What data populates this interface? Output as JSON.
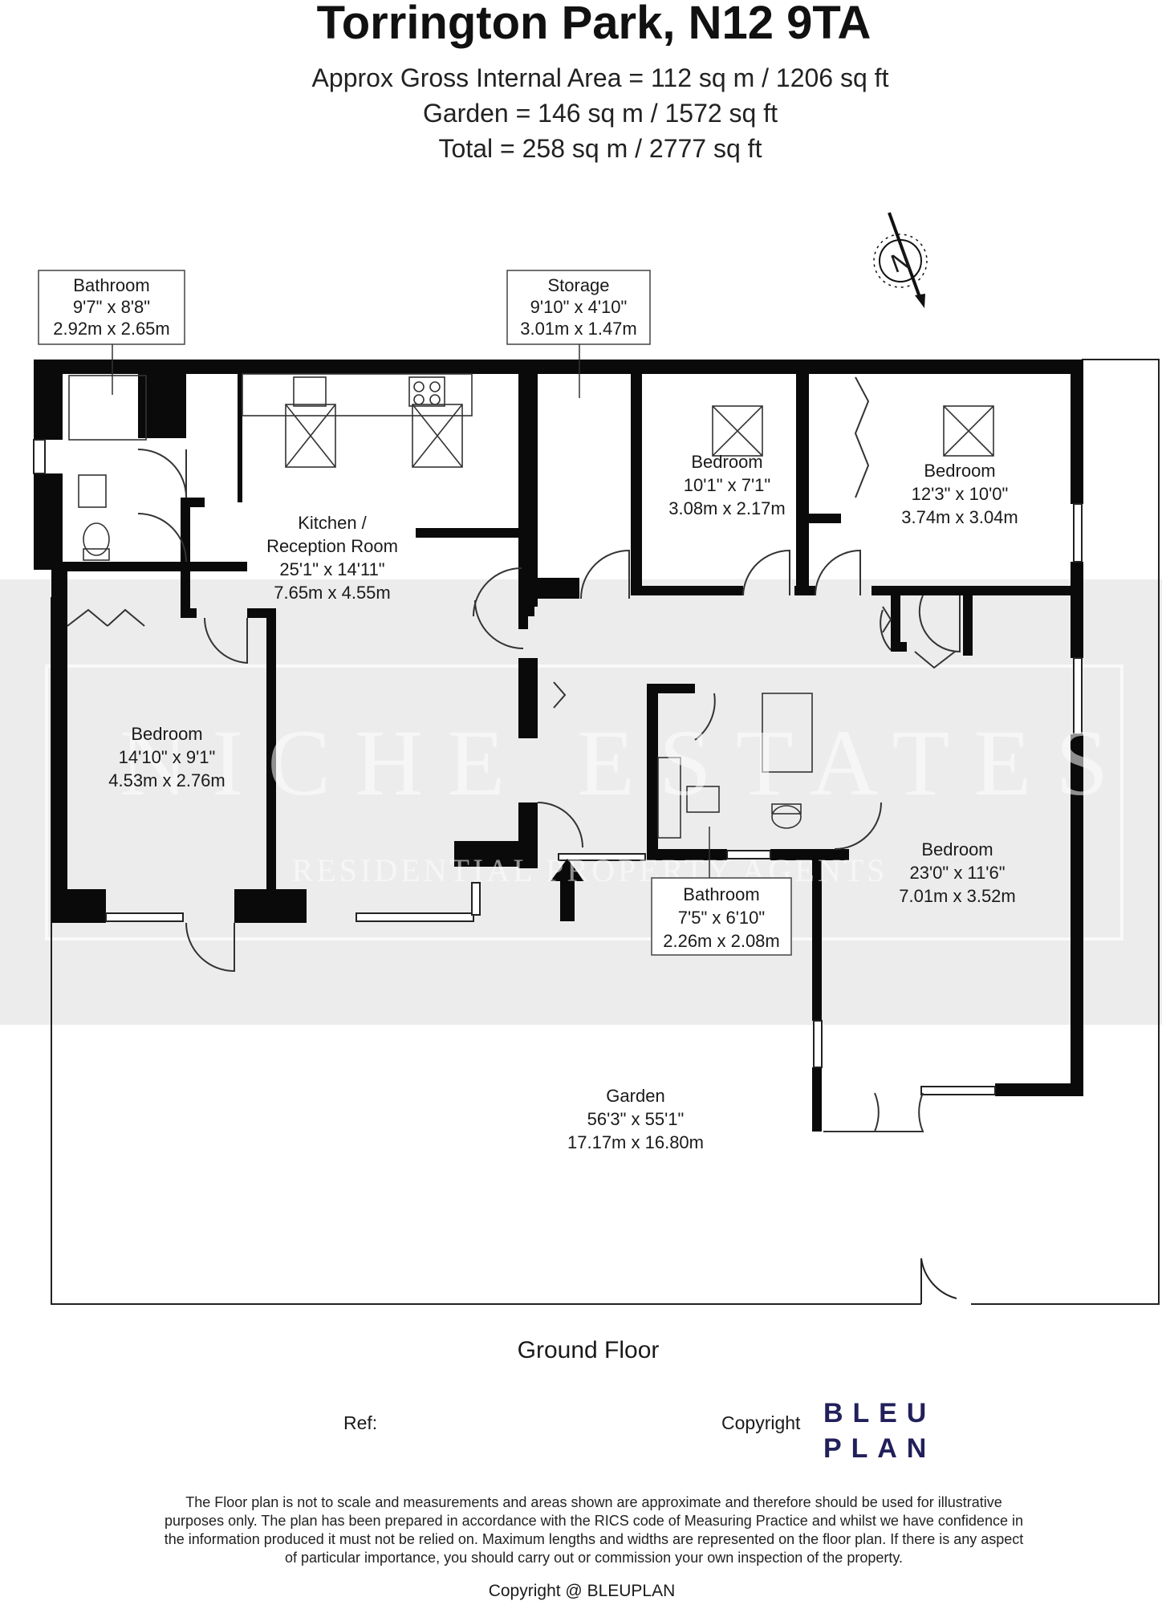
{
  "header": {
    "title": "Torrington Park, N12 9TA",
    "area_line": "Approx Gross Internal Area = 112 sq m / 1206 sq ft",
    "garden_line": "Garden = 146 sq m / 1572 sq ft",
    "total_line": "Total = 258 sq m / 2777 sq ft"
  },
  "compass": {
    "label": "N"
  },
  "rooms": {
    "bathroom_top": {
      "name": "Bathroom",
      "imperial": "9'7\" x 8'8\"",
      "metric": "2.92m x 2.65m"
    },
    "storage": {
      "name": "Storage",
      "imperial": "9'10\" x 4'10\"",
      "metric": "3.01m x 1.47m"
    },
    "bedroom_small": {
      "name": "Bedroom",
      "imperial": "10'1\" x 7'1\"",
      "metric": "3.08m x 2.17m"
    },
    "bedroom_ne": {
      "name": "Bedroom",
      "imperial": "12'3\" x 10'0\"",
      "metric": "3.74m x 3.04m"
    },
    "kitchen": {
      "name_1": "Kitchen /",
      "name_2": "Reception Room",
      "imperial": "25'1\" x 14'11\"",
      "metric": "7.65m x 4.55m"
    },
    "bedroom_west": {
      "name": "Bedroom",
      "imperial": "14'10\" x 9'1\"",
      "metric": "4.53m x 2.76m"
    },
    "bathroom_mid": {
      "name": "Bathroom",
      "imperial": "7'5\" x 6'10\"",
      "metric": "2.26m x 2.08m"
    },
    "bedroom_east": {
      "name": "Bedroom",
      "imperial": "23'0\" x 11'6\"",
      "metric": "7.01m x 3.52m"
    },
    "garden": {
      "name": "Garden",
      "imperial": "56'3\" x 55'1\"",
      "metric": "17.17m x 16.80m"
    }
  },
  "floor_label": "Ground Floor",
  "watermark": {
    "line1": "NICHE ESTATES",
    "line2": "RESIDENTIAL PROPERTY AGENTS"
  },
  "footer": {
    "ref_label": "Ref:",
    "copyright_label": "Copyright",
    "logo_line1": "BLEU",
    "logo_line2": "PLAN",
    "disclaimer": [
      "The Floor plan is not to scale and measurements and areas shown are approximate and therefore should be used for illustrative",
      "purposes only. The plan has been prepared in accordance with the RICS code of Measuring Practice and whilst we have confidence in",
      "the information produced it must not be relied on. Maximum lengths and widths are represented on the floor plan. If there is any aspect",
      "of particular importance, you should carry out or commission your own inspection of the property."
    ],
    "copyright_line": "Copyright @ BLEUPLAN"
  },
  "colors": {
    "wall": "#0a0a0a",
    "band": "#ececec",
    "logo": "#22205a"
  }
}
